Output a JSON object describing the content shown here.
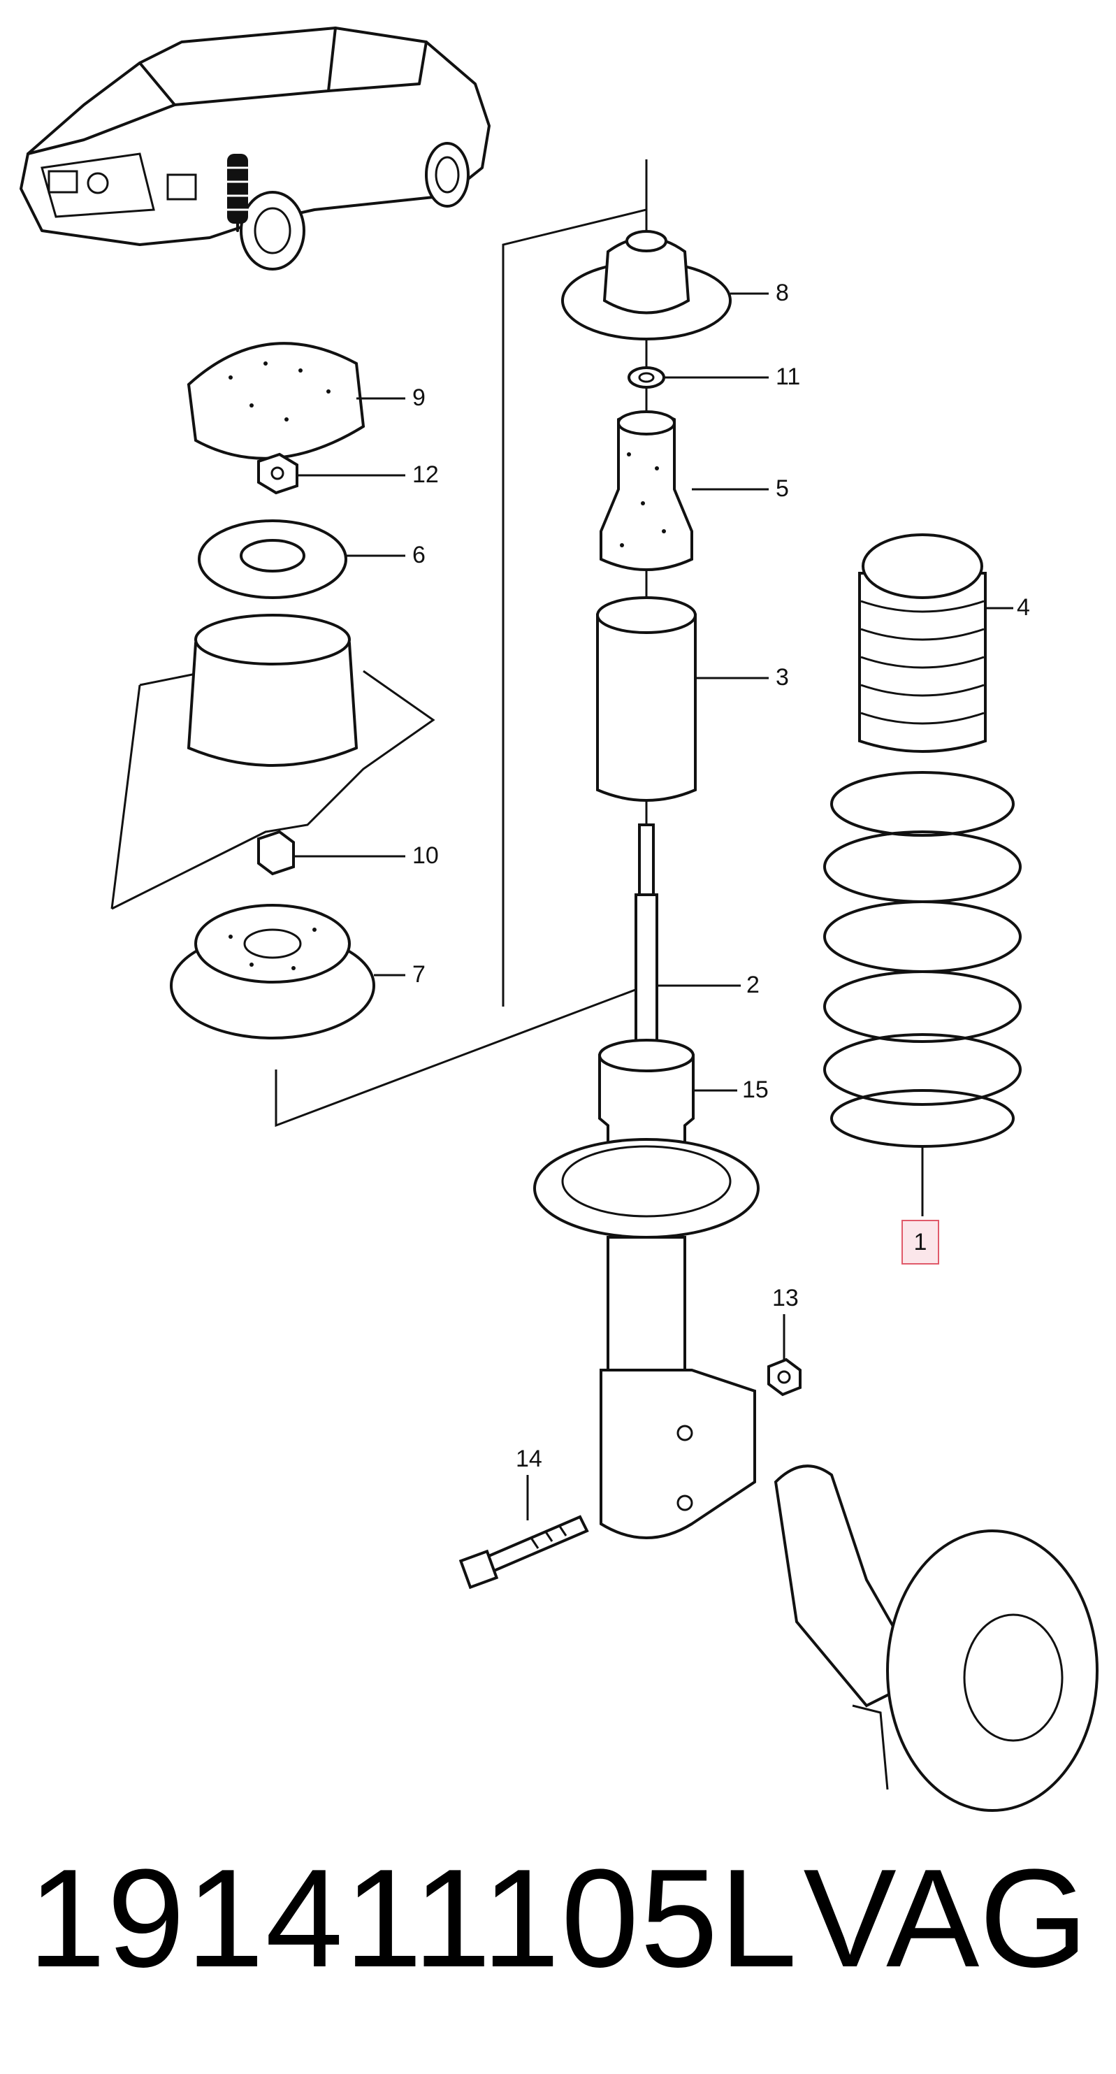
{
  "callouts": [
    {
      "id": "1",
      "label": "1"
    },
    {
      "id": "2",
      "label": "2"
    },
    {
      "id": "3",
      "label": "3"
    },
    {
      "id": "4",
      "label": "4"
    },
    {
      "id": "5",
      "label": "5"
    },
    {
      "id": "6",
      "label": "6"
    },
    {
      "id": "7",
      "label": "7"
    },
    {
      "id": "8",
      "label": "8"
    },
    {
      "id": "9",
      "label": "9"
    },
    {
      "id": "10",
      "label": "10"
    },
    {
      "id": "11",
      "label": "11"
    },
    {
      "id": "12",
      "label": "12"
    },
    {
      "id": "13",
      "label": "13"
    },
    {
      "id": "14",
      "label": "14"
    },
    {
      "id": "15",
      "label": "15"
    }
  ],
  "highlighted_callout": "1",
  "highlight_color": "#e05a6a",
  "footer": {
    "part_number": "191411105L",
    "brand": "VAG"
  }
}
